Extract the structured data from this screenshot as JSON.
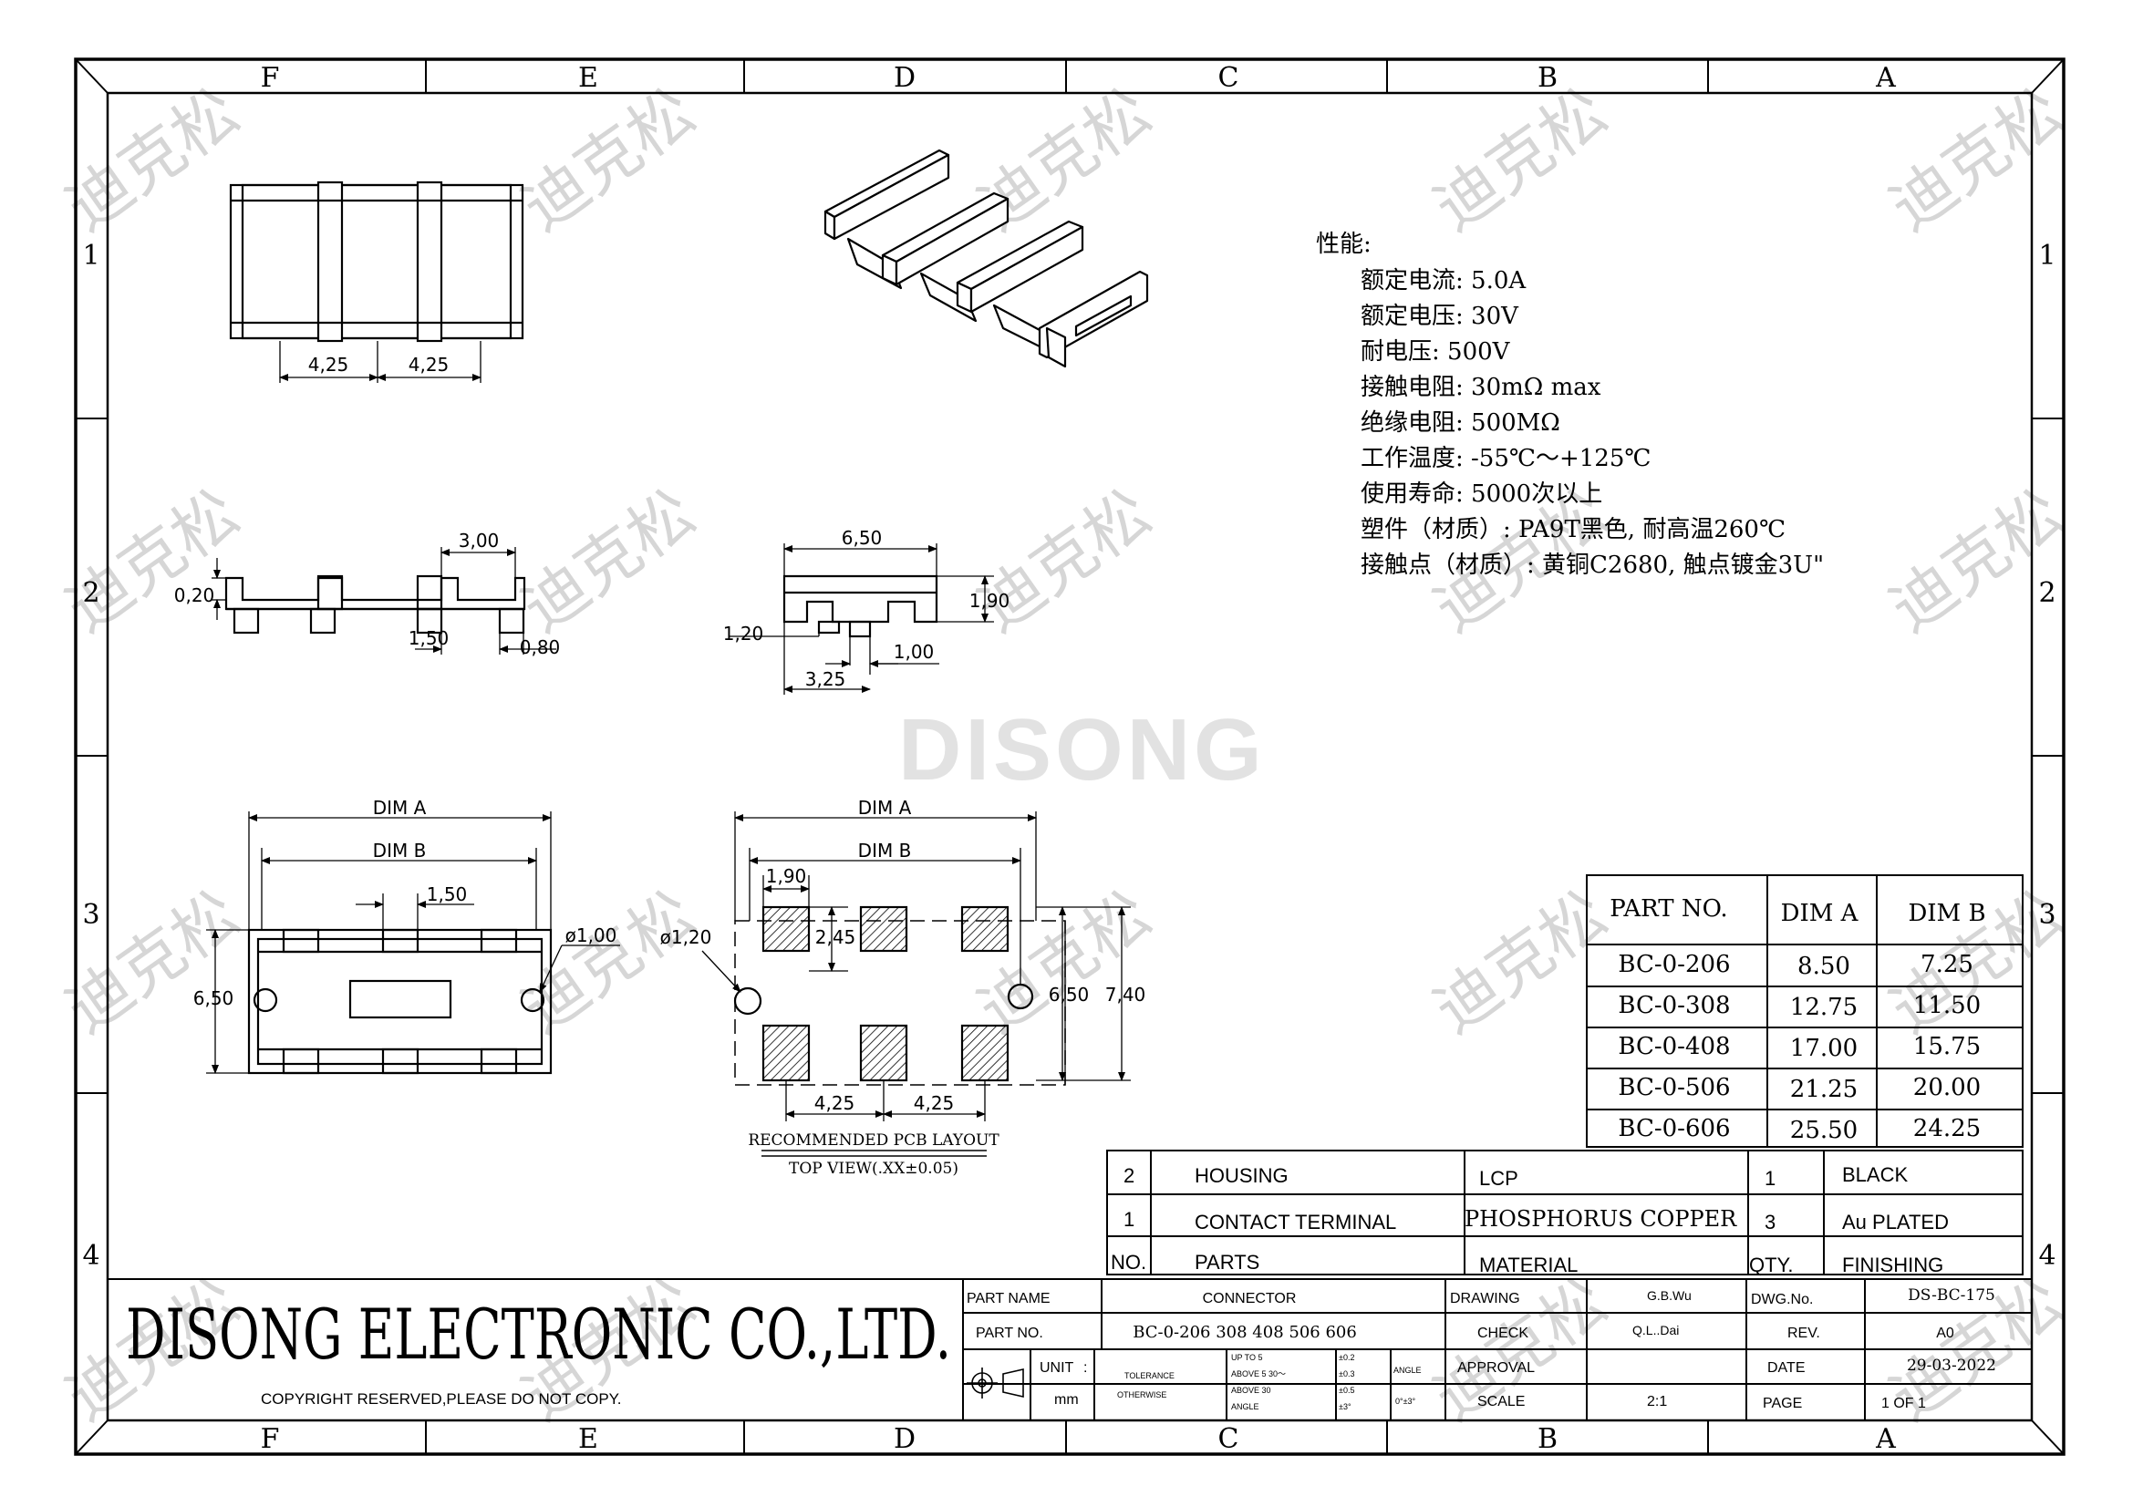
{
  "columns": [
    "F",
    "E",
    "D",
    "C",
    "B",
    "A"
  ],
  "rows": [
    "1",
    "2",
    "3",
    "4"
  ],
  "watermark": {
    "logo": "DISONG",
    "stamp": "迪克松"
  },
  "dimensions": {
    "top_pitch_1": "4,25",
    "top_pitch_2": "4,25",
    "side_terminal": "3,00",
    "side_standoff": "0,20",
    "side_pitch": "1,50",
    "side_leg": "0,80",
    "end_width": "6,50",
    "end_height": "1,90",
    "end_foot": "1,20",
    "end_pin": "1,00",
    "end_span": "3,25",
    "bottom_dim_a": "DIM A",
    "bottom_dim_b": "DIM B",
    "bottom_pitch": "1,50",
    "bottom_hole": "ø1,00",
    "bottom_width": "6,50",
    "pcb_dim_a": "DIM A",
    "pcb_dim_b": "DIM B",
    "pcb_pad_w": "1,90",
    "pcb_pad_h": "2,45",
    "pcb_hole": "ø1,20",
    "pcb_inner": "6,50",
    "pcb_outer": "7,40",
    "pcb_pitch_1": "4,25",
    "pcb_pitch_2": "4,25"
  },
  "pcb_caption": {
    "title": "RECOMMENDED PCB LAYOUT",
    "subtitle": "TOP VIEW(.XX±0.05)"
  },
  "specs": {
    "heading": "性能:",
    "items": [
      "额定电流: 5.0A",
      "额定电压: 30V",
      "耐电压: 500V",
      "接触电阻: 30mΩ max",
      "绝缘电阻: 500MΩ",
      "工作温度: -55℃～+125℃",
      "使用寿命: 5000次以上",
      "塑件（材质）: PA9T黑色, 耐高温260℃",
      "接触点（材质）: 黄铜C2680, 触点镀金3U\""
    ]
  },
  "dim_table": {
    "headers": [
      "PART NO.",
      "DIM A",
      "DIM B"
    ],
    "rows": [
      [
        "BC-0-206",
        "8.50",
        "7.25"
      ],
      [
        "BC-0-308",
        "12.75",
        "11.50"
      ],
      [
        "BC-0-408",
        "17.00",
        "15.75"
      ],
      [
        "BC-0-506",
        "21.25",
        "20.00"
      ],
      [
        "BC-0-606",
        "25.50",
        "24.25"
      ]
    ]
  },
  "bom": {
    "rows": [
      [
        "2",
        "HOUSING",
        "LCP",
        "1",
        "BLACK"
      ],
      [
        "1",
        "CONTACT TERMINAL",
        "PHOSPHORUS COPPER",
        "3",
        "Au PLATED"
      ]
    ],
    "headers": [
      "NO.",
      "PARTS",
      "MATERIAL",
      "QTY.",
      "FINISHING"
    ]
  },
  "title_block": {
    "company": "DISONG ELECTRONIC CO.,LTD.",
    "copyright": "COPYRIGHT RESERVED,PLEASE DO NOT COPY.",
    "part_name_label": "PART NAME",
    "part_name": "CONNECTOR",
    "part_no_label": "PART NO.",
    "part_no": "BC-0-206 308 408 506 606",
    "unit_label": "UNIT",
    "unit_colon": ":",
    "unit_value": "mm",
    "tolerance_label": "TOLERANCE",
    "otherwise_label": "OTHERWISE",
    "tol_rows": [
      [
        "UP TO 5",
        "±0.2"
      ],
      [
        "ABOVE 5  30～",
        "±0.3"
      ],
      [
        "ABOVE 30",
        "±0.5"
      ],
      [
        "ANGLE",
        "±3°"
      ]
    ],
    "angle_label": "ANGLE",
    "angle_value": "0°±3°",
    "drawing_label": "DRAWING",
    "drawing_by": "G.B.Wu",
    "check_label": "CHECK",
    "check_by": "Q.L..Dai",
    "approval_label": "APPROVAL",
    "approval_by": "",
    "scale_label": "SCALE",
    "scale": "2:1",
    "dwg_label": "DWG.No.",
    "dwg_no": "DS-BC-175",
    "rev_label": "REV.",
    "rev": "A0",
    "date_label": "DATE",
    "date": "29-03-2022",
    "page_label": "PAGE",
    "page": "1 OF 1"
  }
}
